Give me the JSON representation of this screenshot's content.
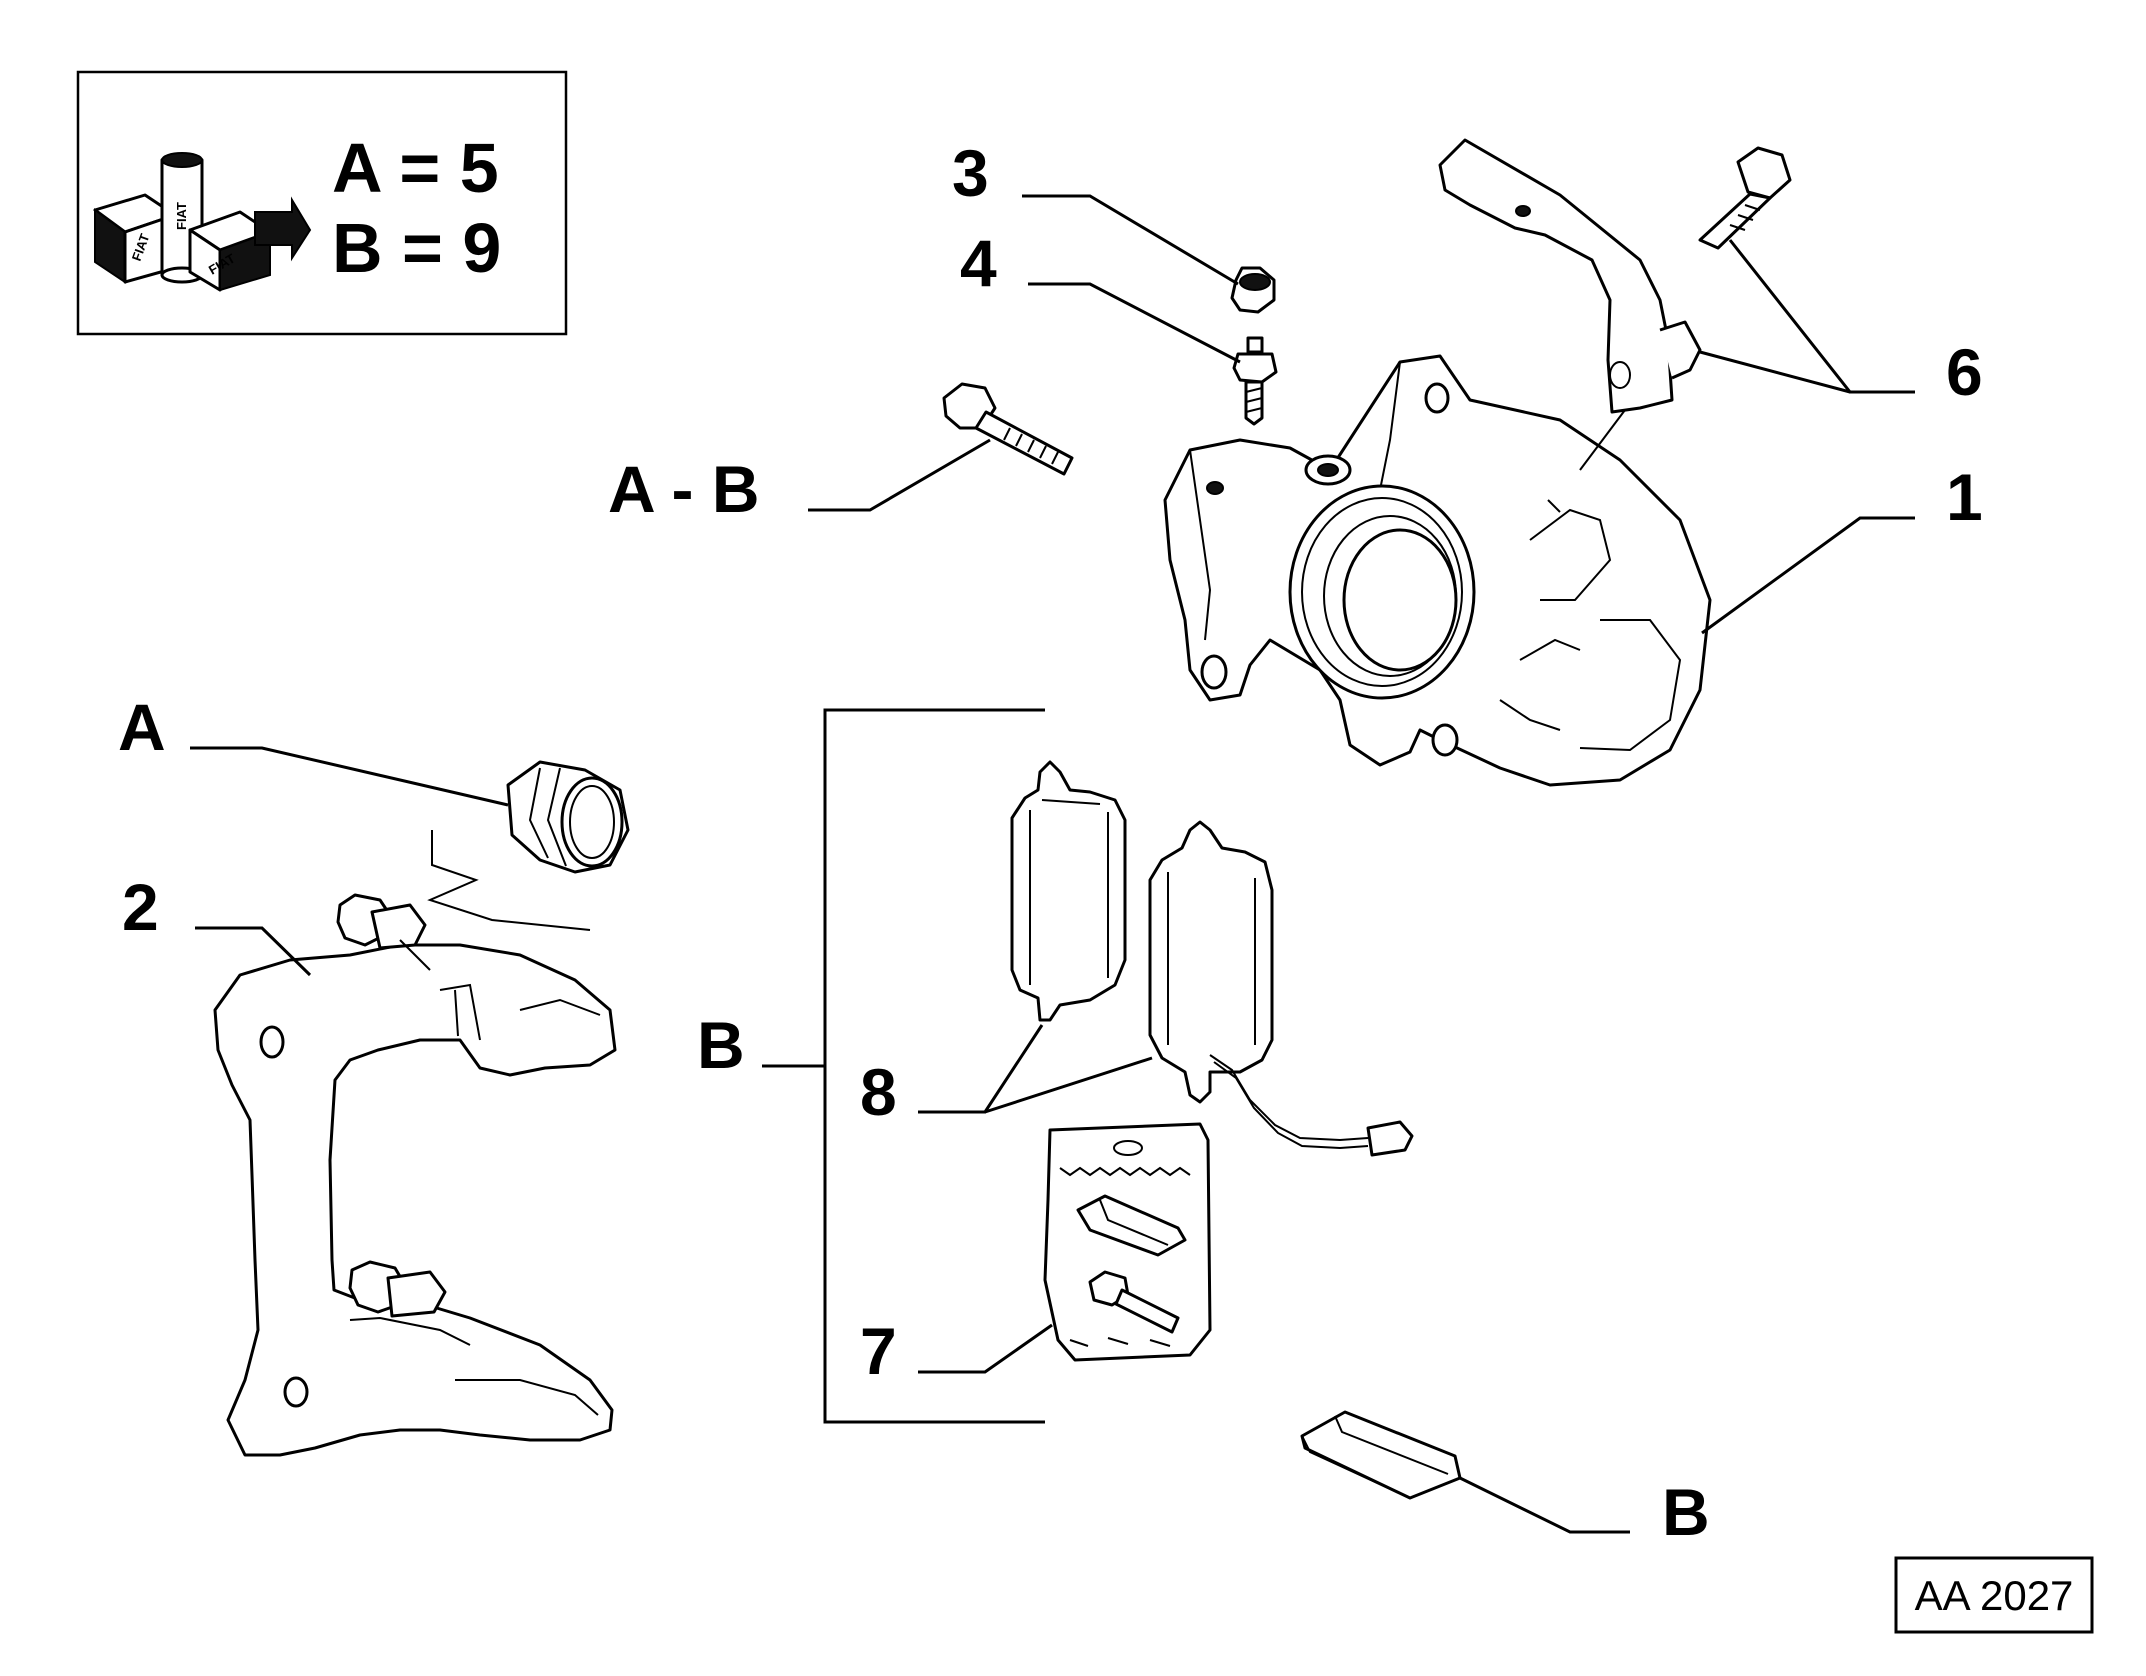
{
  "legend": {
    "logo_labels": [
      "FIAT",
      "FIAT",
      "FIAT"
    ],
    "line_a": "A = 5",
    "line_b": "B = 9"
  },
  "callouts": {
    "c1": "1",
    "c2": "2",
    "c3": "3",
    "c4": "4",
    "c6": "6",
    "c7": "7",
    "c8": "8",
    "cAB": "A - B",
    "cA": "A",
    "cB_bracket": "B",
    "cB_clip": "B"
  },
  "drawing_code": "AA 2027"
}
